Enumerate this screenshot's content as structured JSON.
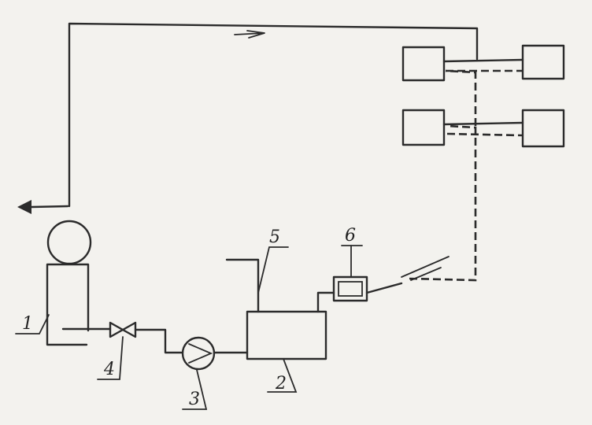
{
  "labels": {
    "tank": "1",
    "reservoir": "2",
    "pump": "3",
    "valve": "4",
    "branch": "5",
    "filter": "6"
  }
}
